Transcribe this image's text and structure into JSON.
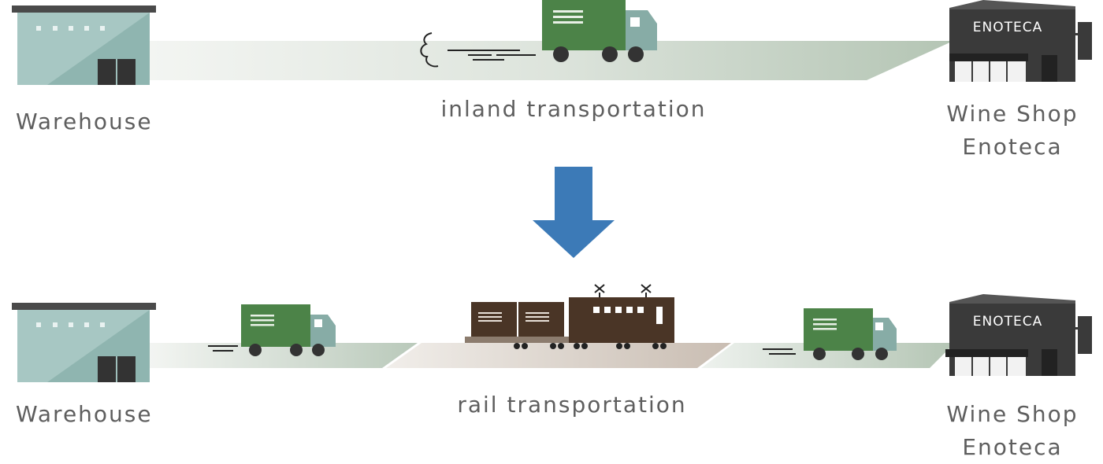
{
  "top": {
    "origin_label": "Warehouse",
    "mode_label": "inland transportation",
    "destination_line1": "Wine Shop",
    "destination_line2": "Enoteca"
  },
  "bottom": {
    "origin_label": "Warehouse",
    "mode_label": "rail transportation",
    "destination_line1": "Wine Shop",
    "destination_line2": "Enoteca"
  },
  "shop_sign": "ENOTECA",
  "colors": {
    "warehouse": "#9fc2be",
    "truck_cargo": "#4c8348",
    "truck_cab": "#87aca6",
    "train": "#4a3526",
    "shop": "#3a3a3a",
    "arrow": "#3c7ab7",
    "label": "#5e5e5e"
  },
  "icons": [
    "warehouse-icon",
    "truck-icon",
    "train-icon",
    "shop-icon",
    "down-arrow-icon"
  ]
}
